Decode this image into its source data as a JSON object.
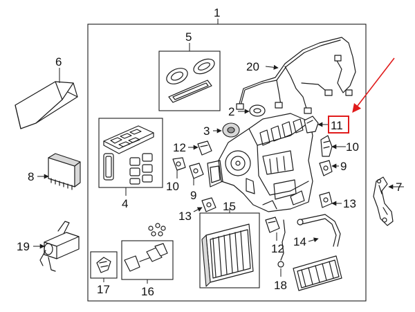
{
  "callouts": {
    "c1": "1",
    "c2": "2",
    "c3": "3",
    "c4": "4",
    "c5": "5",
    "c6": "6",
    "c7": "7",
    "c8": "8",
    "c9a": "9",
    "c9b": "9",
    "c10a": "10",
    "c10b": "10",
    "c11": "11",
    "c12a": "12",
    "c12b": "12",
    "c13a": "13",
    "c13b": "13",
    "c14": "14",
    "c15": "15",
    "c16": "16",
    "c17": "17",
    "c18": "18",
    "c19": "19",
    "c20": "20"
  },
  "colors": {
    "line": "#1a1a1a",
    "highlight": "#e01b1b",
    "shade": "#d9d9d9"
  },
  "highlighted_part": "11"
}
